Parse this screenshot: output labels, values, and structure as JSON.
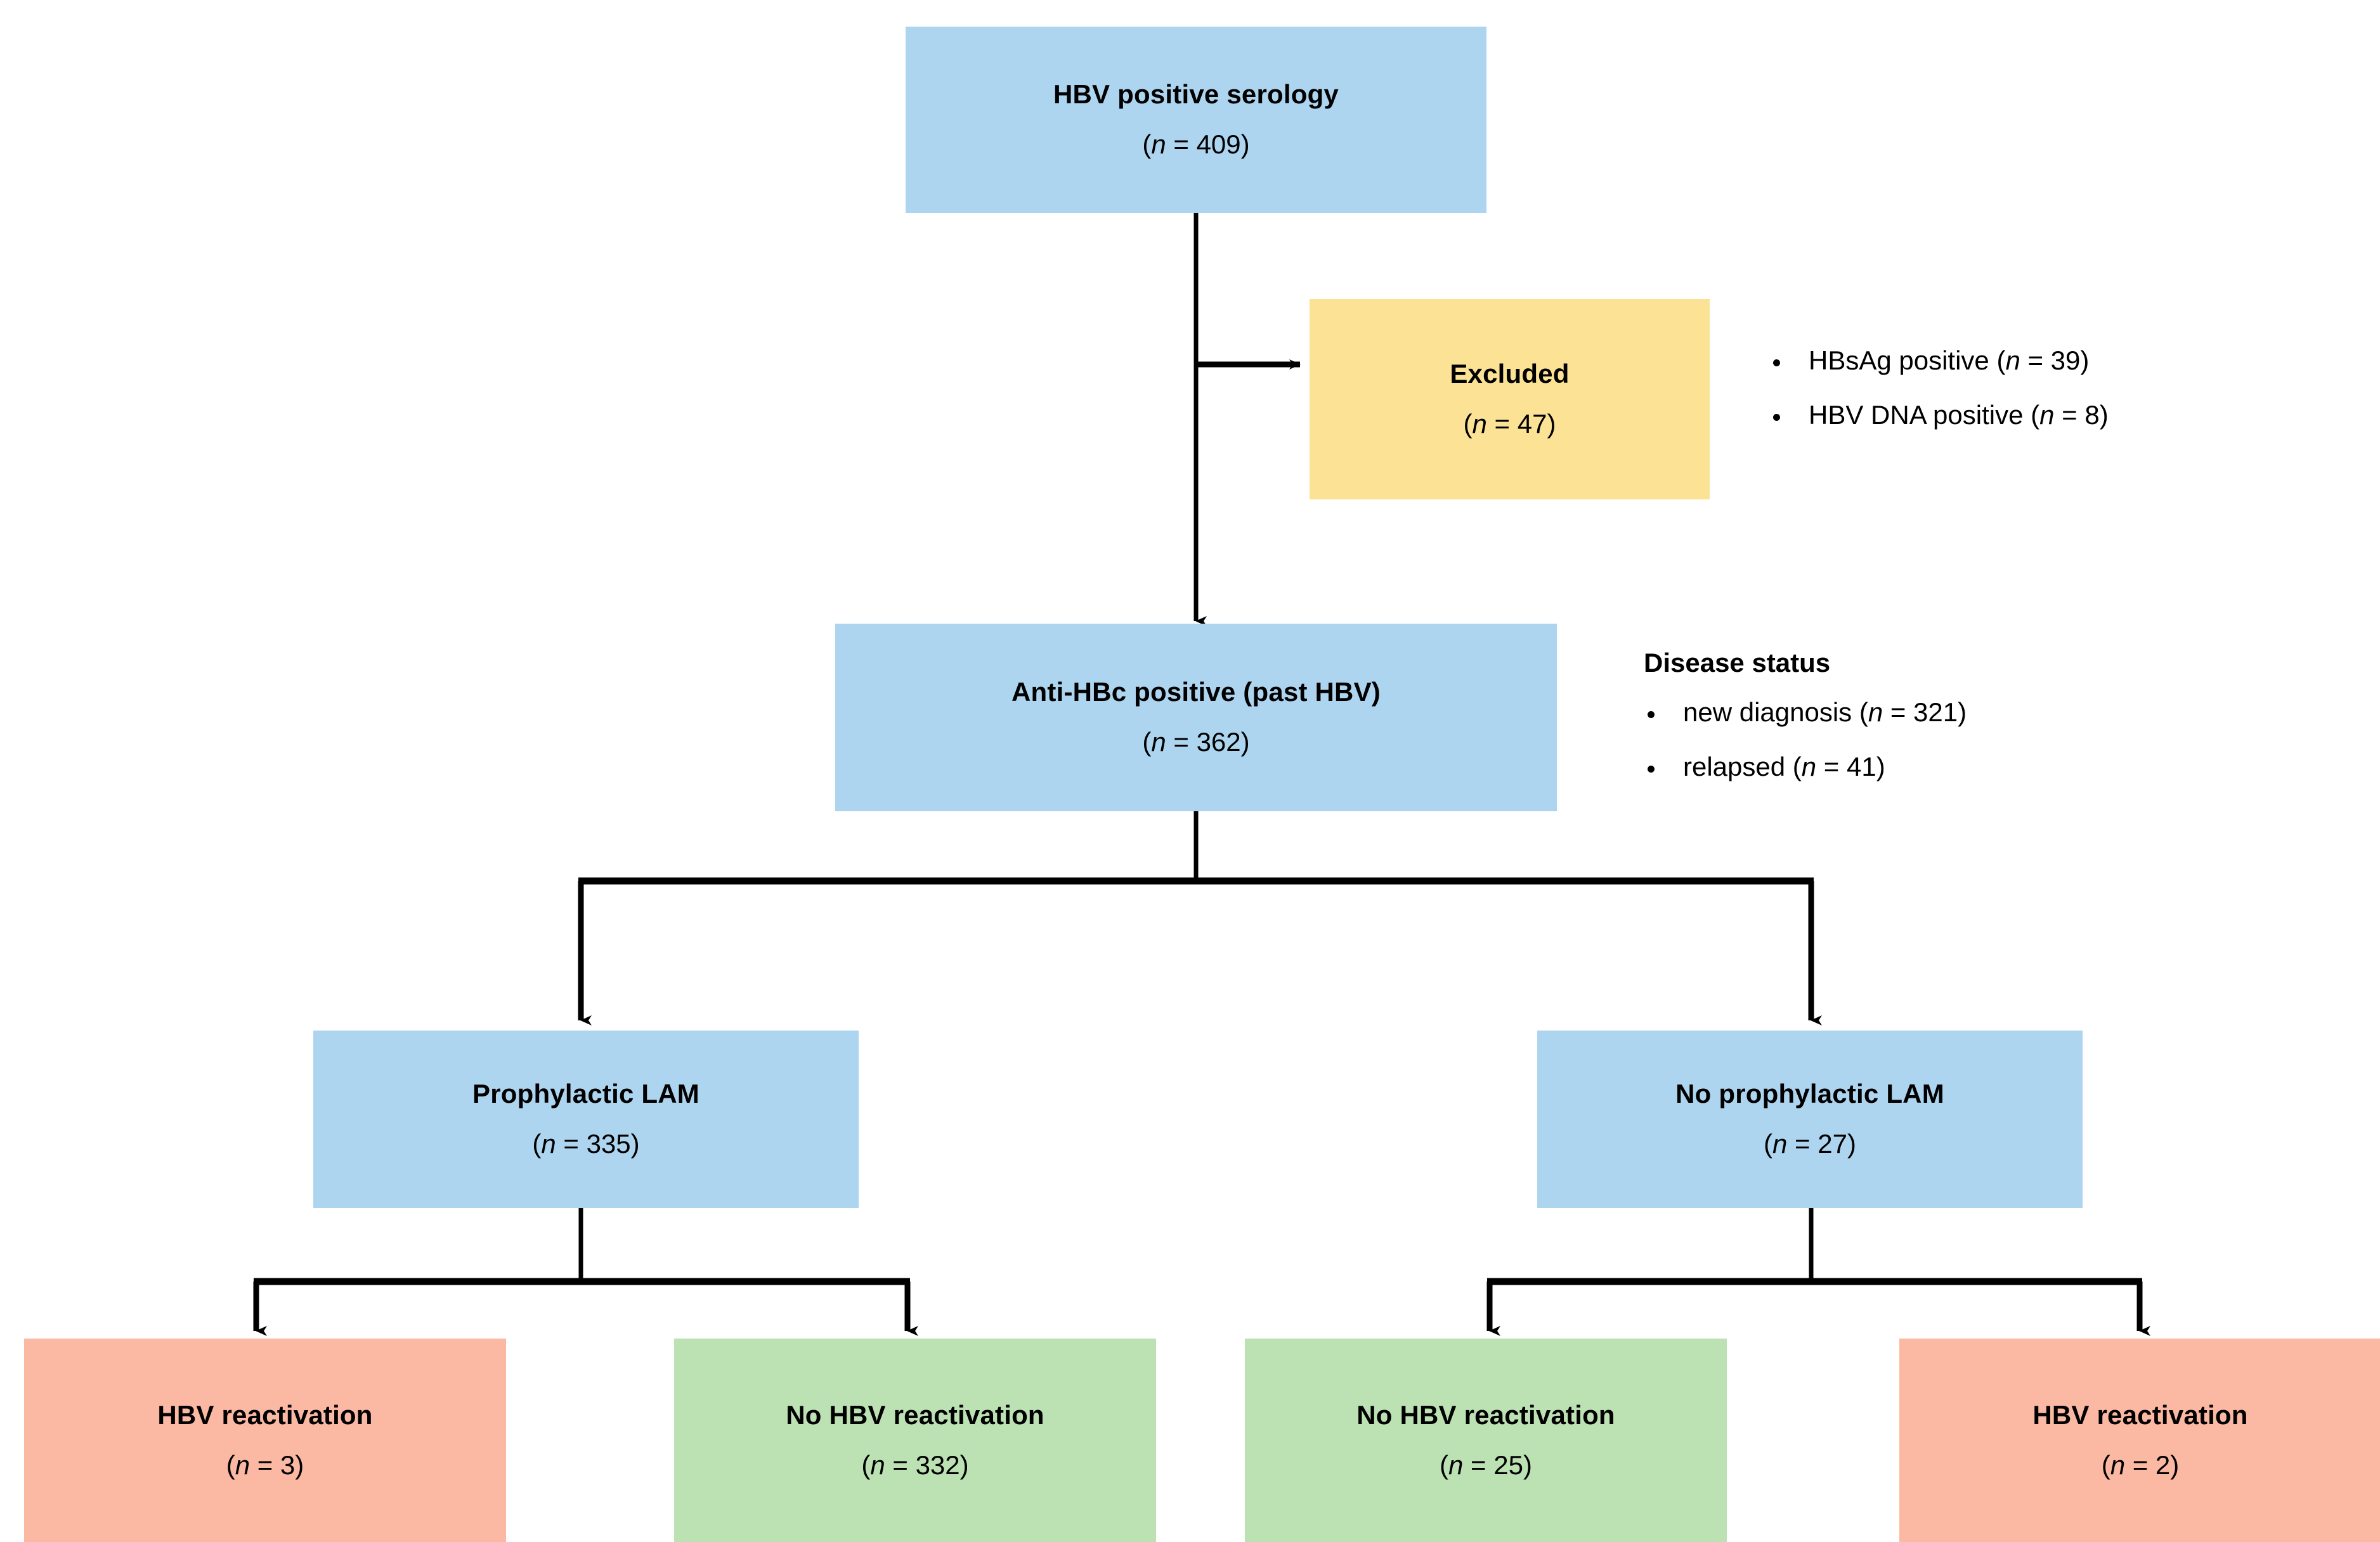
{
  "figure": {
    "type": "flow-diagram",
    "background": "#ffffff"
  },
  "palette": {
    "blue": "#AED5F0",
    "yellow": "#FCE295",
    "salmon": "#FBB8A2",
    "green": "#BCE2B4",
    "line": "#000000",
    "text": "#000000"
  },
  "nodes": {
    "serology": {
      "title": "HBV positive serology",
      "count": "(n = 409)",
      "color": "#AED5F0"
    },
    "excluded": {
      "title": "Excluded",
      "count": "(n = 47)",
      "color": "#FCE295"
    },
    "anti_hbc": {
      "title": "Anti-HBc positive (past HBV)",
      "count": "(n = 362)",
      "color": "#AED5F0"
    },
    "prophylactic_lam": {
      "title": "Prophylactic LAM",
      "count": "(n = 335)",
      "color": "#AED5F0"
    },
    "no_prophylactic_lam": {
      "title": "No prophylactic LAM",
      "count": "(n = 27)",
      "color": "#AED5F0"
    },
    "lam_reactivation": {
      "title": "HBV reactivation",
      "count": "(n = 3)",
      "color": "#FBB8A2"
    },
    "lam_no_reactivation": {
      "title": "No HBV reactivation",
      "count": "(n = 332)",
      "color": "#BCE2B4"
    },
    "nolam_no_reactivation": {
      "title": "No HBV reactivation",
      "count": "(n = 25)",
      "color": "#BCE2B4"
    },
    "nolam_reactivation": {
      "title": "HBV reactivation",
      "count": "(n = 2)",
      "color": "#FBB8A2"
    }
  },
  "exclusion_reasons": {
    "items": [
      "HBsAg positive (n = 39)",
      "HBV DNA positive (n = 8)"
    ]
  },
  "disease_status": {
    "heading": "Disease status",
    "items": [
      "new diagnosis (n = 321)",
      "relapsed (n = 41)"
    ]
  }
}
